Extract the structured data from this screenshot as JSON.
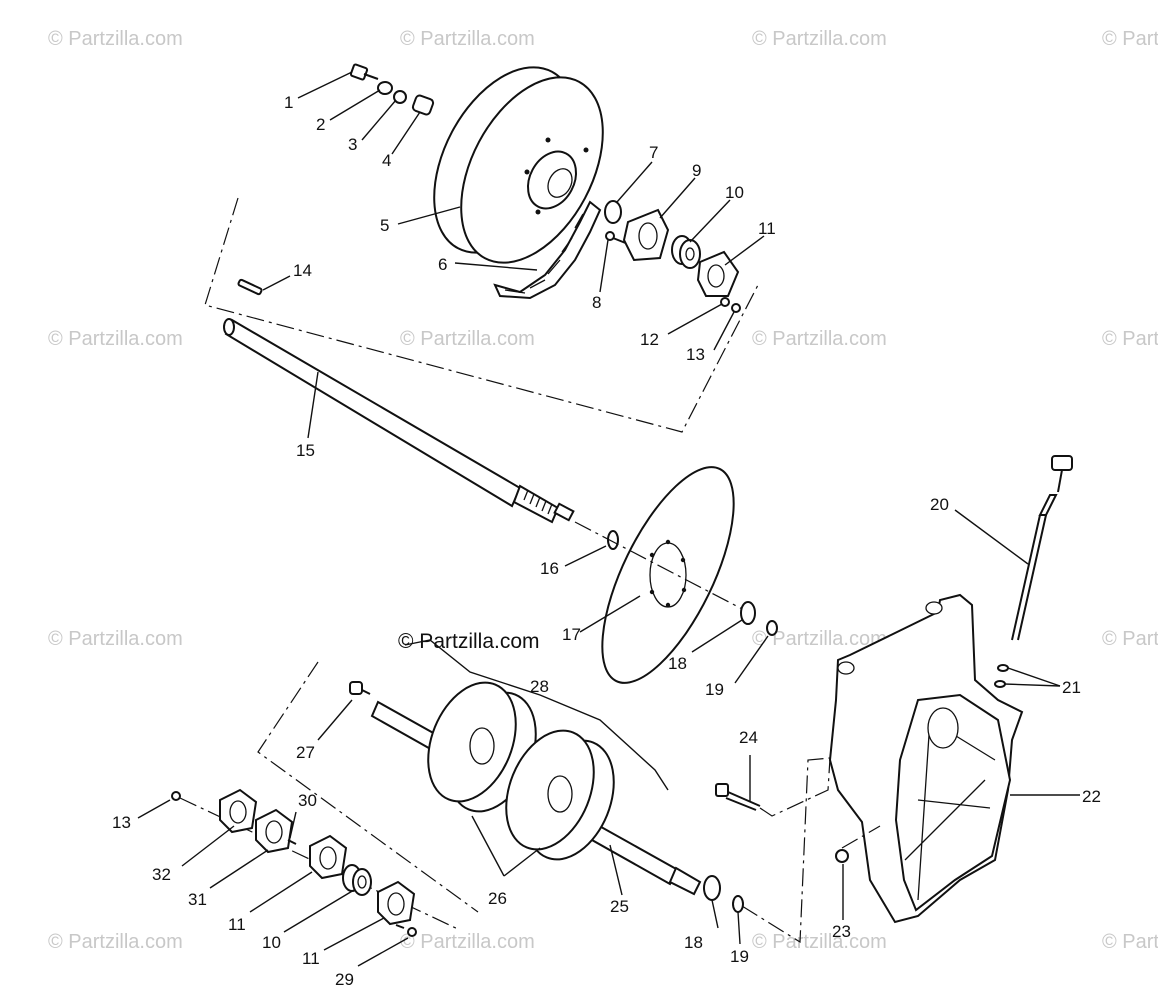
{
  "watermark": "© Partzilla.com",
  "callouts": {
    "c1": "1",
    "c2": "2",
    "c3": "3",
    "c4": "4",
    "c5": "5",
    "c6": "6",
    "c7": "7",
    "c8": "8",
    "c9": "9",
    "c10a": "10",
    "c11a": "11",
    "c12": "12",
    "c13a": "13",
    "c14": "14",
    "c15": "15",
    "c16": "16",
    "c17": "17",
    "c18a": "18",
    "c19a": "19",
    "c20": "20",
    "c21": "21",
    "c22": "22",
    "c23": "23",
    "c24": "24",
    "c25": "25",
    "c26": "26",
    "c27": "27",
    "c28": "28",
    "c29": "29",
    "c30": "30",
    "c31": "31",
    "c32": "32",
    "c13b": "13",
    "c11b": "11",
    "c10b": "10",
    "c11c": "11",
    "c18b": "18",
    "c19b": "19"
  }
}
